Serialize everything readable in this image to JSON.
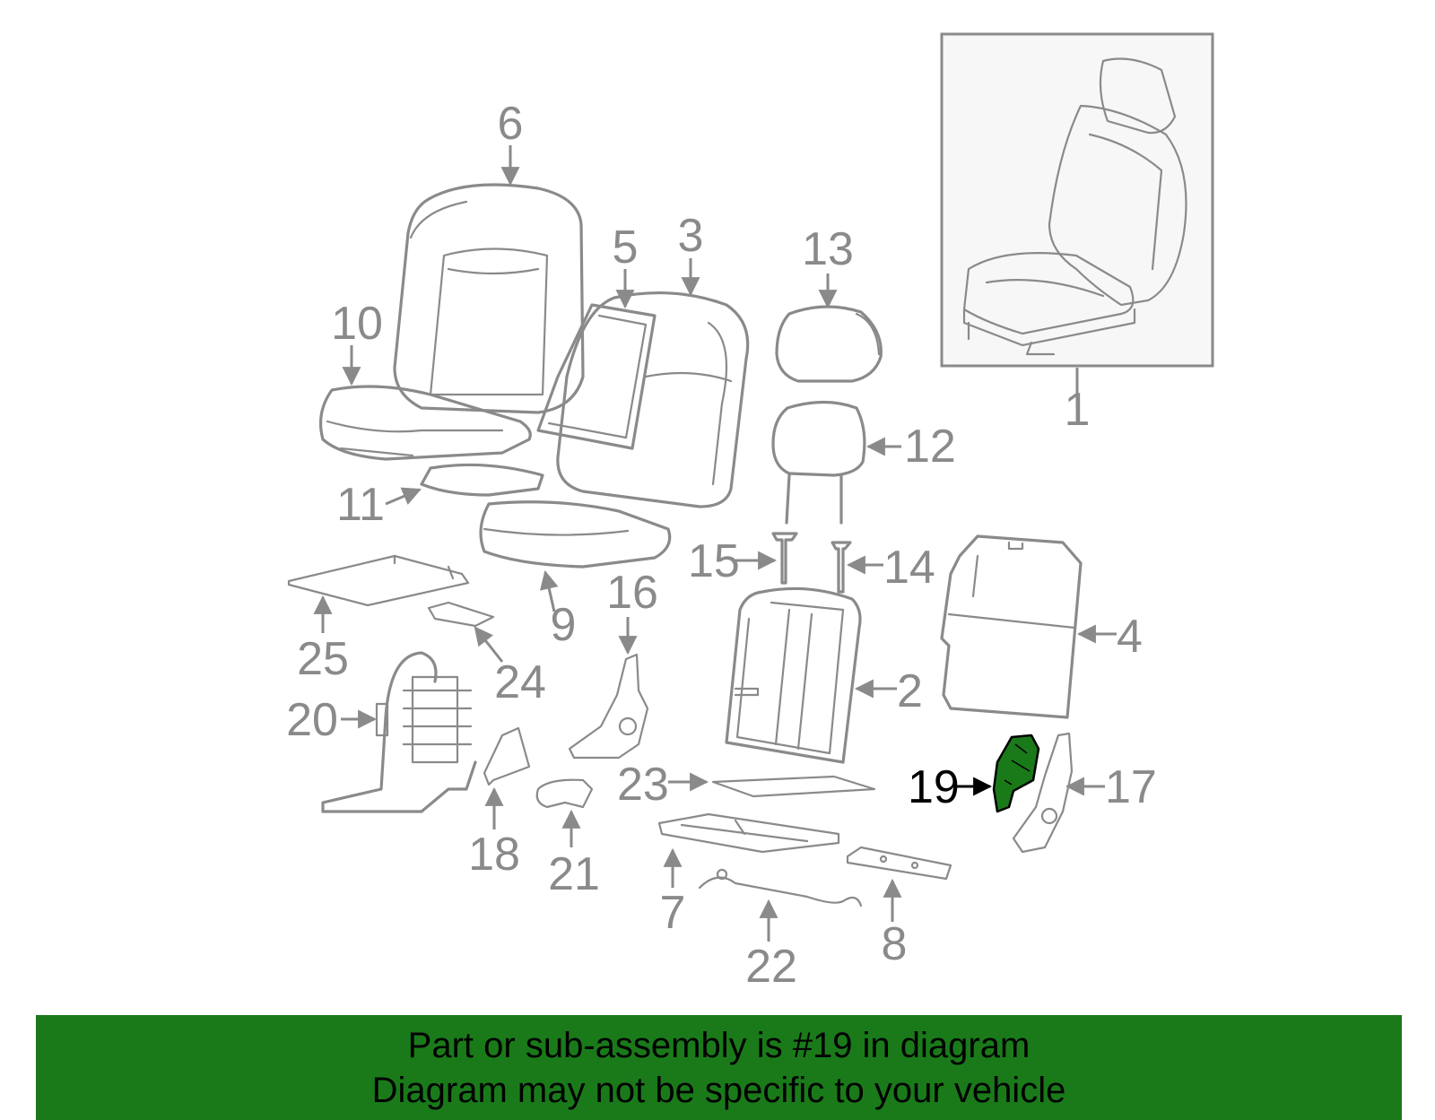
{
  "diagram": {
    "callouts": [
      {
        "id": "1",
        "label": "1"
      },
      {
        "id": "2",
        "label": "2"
      },
      {
        "id": "3",
        "label": "3"
      },
      {
        "id": "4",
        "label": "4"
      },
      {
        "id": "5",
        "label": "5"
      },
      {
        "id": "6",
        "label": "6"
      },
      {
        "id": "7",
        "label": "7"
      },
      {
        "id": "8",
        "label": "8"
      },
      {
        "id": "9",
        "label": "9"
      },
      {
        "id": "10",
        "label": "10"
      },
      {
        "id": "11",
        "label": "11"
      },
      {
        "id": "12",
        "label": "12"
      },
      {
        "id": "13",
        "label": "13"
      },
      {
        "id": "14",
        "label": "14"
      },
      {
        "id": "15",
        "label": "15"
      },
      {
        "id": "16",
        "label": "16"
      },
      {
        "id": "17",
        "label": "17"
      },
      {
        "id": "18",
        "label": "18"
      },
      {
        "id": "19",
        "label": "19"
      },
      {
        "id": "20",
        "label": "20"
      },
      {
        "id": "21",
        "label": "21"
      },
      {
        "id": "22",
        "label": "22"
      },
      {
        "id": "23",
        "label": "23"
      },
      {
        "id": "24",
        "label": "24"
      },
      {
        "id": "25",
        "label": "25"
      }
    ],
    "highlighted_part": "19",
    "part_color": "#8a8a8a",
    "highlight_color": "#1a7a1a"
  },
  "banner": {
    "line1": "Part or sub-assembly is #19 in diagram",
    "line2": "Diagram may not be specific to your vehicle",
    "background": "#1a7a1a"
  }
}
